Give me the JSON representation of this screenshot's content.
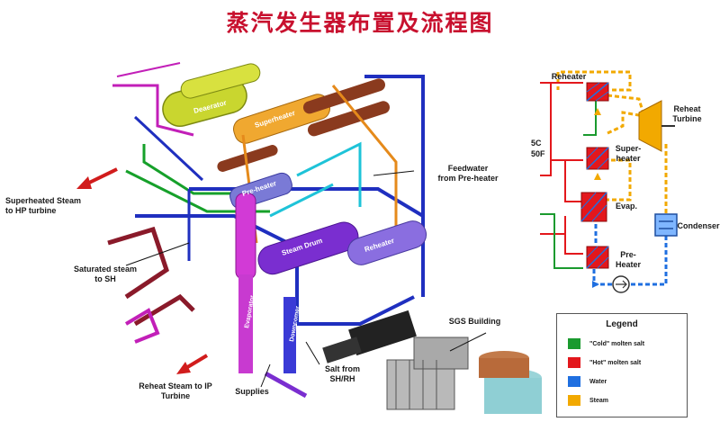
{
  "title": "蒸汽发生器布置及流程图",
  "labels": {
    "superheated_steam": "Superheated Steam\nto HP turbine",
    "saturated_steam": "Saturated steam\nto SH",
    "reheat_steam": "Reheat Steam to IP\nTurbine",
    "supplies": "Supplies",
    "salt_from": "Salt from\nSH/RH",
    "feedwater": "Feedwater\nfrom Pre-heater",
    "sgs_building": "SGS Building",
    "deaerator": "Deaerator",
    "superheater": "Superheater",
    "preheater": "Pre-heater",
    "steam_drum": "Steam Drum",
    "reheater": "Reheater",
    "evaporator": "Evaporator",
    "downcomer": "Downcomer"
  },
  "schematic": {
    "reheater": "Reheater",
    "reheat_turbine": "Reheat\nTurbine",
    "superheater": "Super-\nheater",
    "evap": "Evap.",
    "condenser": "Condenser",
    "preheater": "Pre-\nHeater",
    "edge_top": "5C",
    "edge_bottom": "50F"
  },
  "legend": {
    "title": "Legend",
    "items": [
      {
        "label": "\"Cold\" molten salt",
        "color": "#1a9a2e"
      },
      {
        "label": "\"Hot\" molten salt",
        "color": "#e3171c"
      },
      {
        "label": "Water",
        "color": "#1f6fe0"
      },
      {
        "label": "Steam",
        "color": "#f2a900"
      }
    ]
  }
}
